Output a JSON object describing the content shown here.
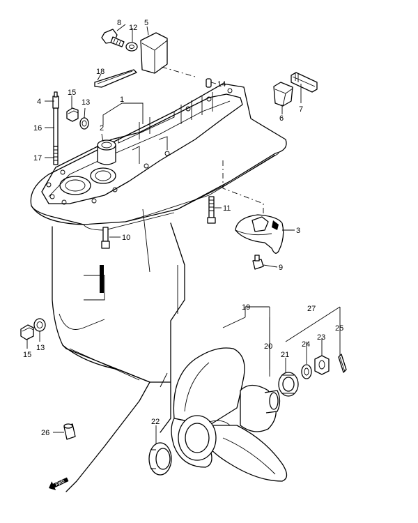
{
  "callouts": {
    "c1": "1",
    "c2": "2",
    "c3": "3",
    "c4": "4",
    "c5": "5",
    "c6": "6",
    "c7": "7",
    "c8": "8",
    "c9": "9",
    "c10": "10",
    "c11": "11",
    "c12": "12",
    "c13a": "13",
    "c13b": "13",
    "c14": "14",
    "c15a": "15",
    "c15b": "15",
    "c16": "16",
    "c17": "17",
    "c18": "18",
    "c19": "19",
    "c20": "20",
    "c21": "21",
    "c22": "22",
    "c23": "23",
    "c24": "24",
    "c25": "25",
    "c26": "26",
    "c27": "27"
  },
  "fwd_badge": "FWD"
}
